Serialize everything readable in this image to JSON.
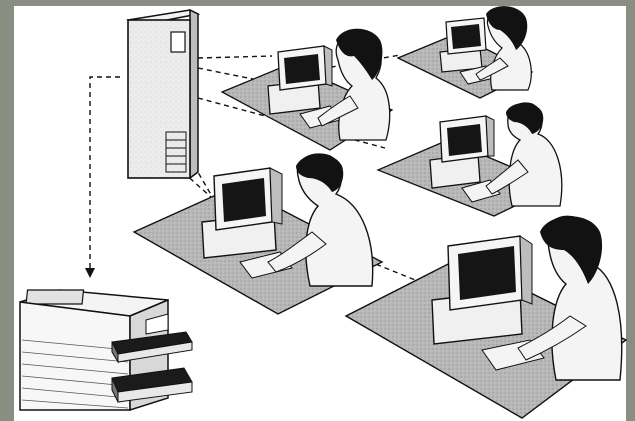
{
  "illustration": {
    "subject": "network-diagram",
    "nodes": [
      {
        "kind": "server-tower"
      },
      {
        "kind": "workstation",
        "user": "woman"
      },
      {
        "kind": "workstation",
        "user": "woman"
      },
      {
        "kind": "workstation",
        "user": "man"
      },
      {
        "kind": "workstation",
        "user": "man"
      },
      {
        "kind": "workstation",
        "user": "woman"
      },
      {
        "kind": "printer"
      }
    ],
    "links": "dashed-lines"
  },
  "colors": {
    "frame": "#8a8d82",
    "paper": "#ffffff",
    "ink": "#111111",
    "desk": "#b9b9b9",
    "screen": "#151515"
  }
}
